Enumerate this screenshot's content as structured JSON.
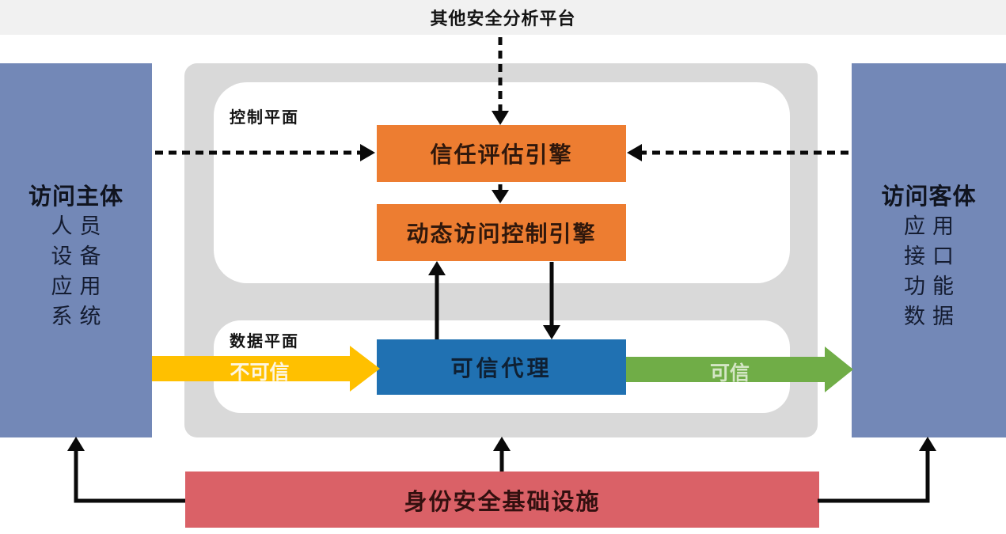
{
  "top_banner": {
    "label": "其他安全分析平台"
  },
  "left_panel": {
    "title": "访问主体",
    "items": [
      "人员",
      "设备",
      "应用",
      "系统"
    ]
  },
  "right_panel": {
    "title": "访问客体",
    "items": [
      "应用",
      "接口",
      "功能",
      "数据"
    ]
  },
  "control_plane": {
    "label": "控制平面",
    "trust_engine": "信任评估引擎",
    "dynamic_engine": "动态访问控制引擎"
  },
  "data_plane": {
    "label": "数据平面",
    "proxy": "可信代理"
  },
  "flows": {
    "untrusted": "不可信",
    "trusted": "可信"
  },
  "infrastructure": {
    "label": "身份安全基础设施"
  },
  "colors": {
    "top_band_gray": "#F1F1F1",
    "side_panel_blue": "#7388B7",
    "container_gray": "#D9D9D9",
    "engine_orange": "#ED7D31",
    "proxy_blue": "#2071B2",
    "untrusted_yellow": "#FFC000",
    "trusted_green": "#70AD47",
    "infra_red": "#DA6167"
  }
}
